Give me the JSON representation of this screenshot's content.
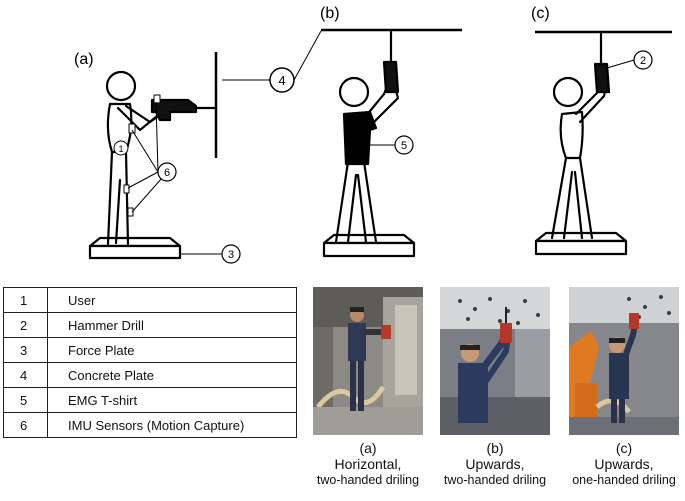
{
  "panels": {
    "a": "(a)",
    "b": "(b)",
    "c": "(c)"
  },
  "callouts": [
    "1",
    "2",
    "3",
    "4",
    "5",
    "6"
  ],
  "legend": [
    {
      "num": "1",
      "label": "User"
    },
    {
      "num": "2",
      "label": "Hammer Drill"
    },
    {
      "num": "3",
      "label": "Force Plate"
    },
    {
      "num": "4",
      "label": "Concrete Plate"
    },
    {
      "num": "5",
      "label": "EMG T-shirt"
    },
    {
      "num": "6",
      "label": "IMU Sensors (Motion Capture)"
    }
  ],
  "captions": [
    {
      "tag": "(a)",
      "line1": "Horizontal,",
      "line2": "two-handed driling"
    },
    {
      "tag": "(b)",
      "line1": "Upwards,",
      "line2": "two-handed driling"
    },
    {
      "tag": "(c)",
      "line1": "Upwards,",
      "line2": "one-handed driling"
    }
  ]
}
